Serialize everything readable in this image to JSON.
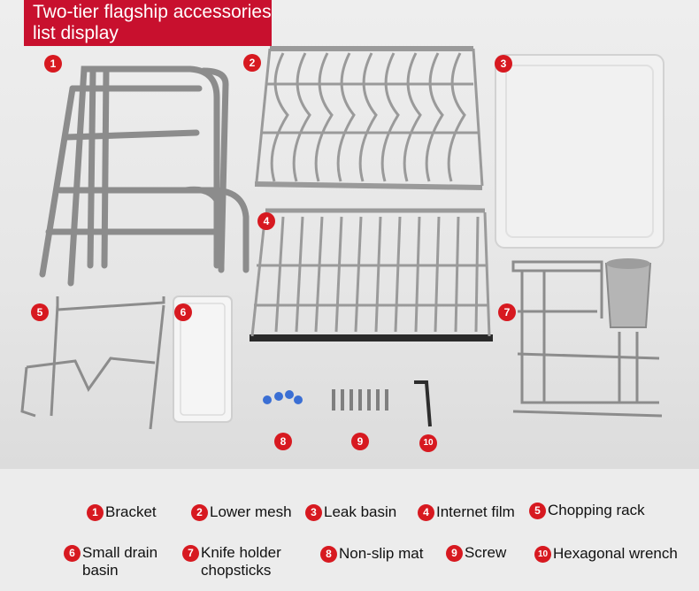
{
  "banner": {
    "line1": "Two-tier flagship accessories",
    "line2": "list display"
  },
  "callouts": [
    "1",
    "2",
    "3",
    "4",
    "5",
    "6",
    "7",
    "8",
    "9",
    "10"
  ],
  "legend": [
    {
      "num": "1",
      "label": "Bracket"
    },
    {
      "num": "2",
      "label": "Lower mesh"
    },
    {
      "num": "3",
      "label": "Leak basin"
    },
    {
      "num": "4",
      "label": "Internet film"
    },
    {
      "num": "5",
      "label": "Chopping rack"
    },
    {
      "num": "6",
      "label": "Small drain basin"
    },
    {
      "num": "7",
      "label": "Knife holder chopsticks"
    },
    {
      "num": "8",
      "label": "Non-slip mat"
    },
    {
      "num": "9",
      "label": "Screw"
    },
    {
      "num": "10",
      "label": "Hexagonal wrench"
    }
  ],
  "colors": {
    "accent": "#d71920",
    "banner": "#c8102e",
    "steel": "#9a9a9a"
  }
}
